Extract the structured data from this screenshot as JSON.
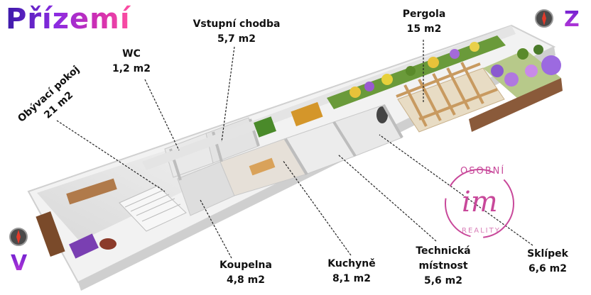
{
  "title": "Přízemí",
  "compass": {
    "east_letter": "V",
    "west_letter": "Z"
  },
  "rooms": {
    "obyvaci": {
      "name": "Obývací pokoj",
      "area": "21 m2"
    },
    "wc": {
      "name": "WC",
      "area": "1,2 m2"
    },
    "chodba": {
      "name": "Vstupní chodba",
      "area": "5,7 m2"
    },
    "pergola": {
      "name": "Pergola",
      "area": "15 m2"
    },
    "koupelna": {
      "name": "Koupelna",
      "area": "4,8 m2"
    },
    "kuchyne": {
      "name": "Kuchyně",
      "area": "8,1 m2"
    },
    "technicka": {
      "name_line1": "Technická",
      "name_line2": "místnost",
      "area": "5,6 m2"
    },
    "sklipek": {
      "name": "Sklípek",
      "area": "6,6 m2"
    }
  },
  "logo": {
    "top": "OSOBNÍ",
    "mark": "im",
    "bottom": "REALITY"
  },
  "colors": {
    "title_start": "#3b1aa8",
    "title_end": "#ff4fa0",
    "logo": "#c8489a"
  }
}
